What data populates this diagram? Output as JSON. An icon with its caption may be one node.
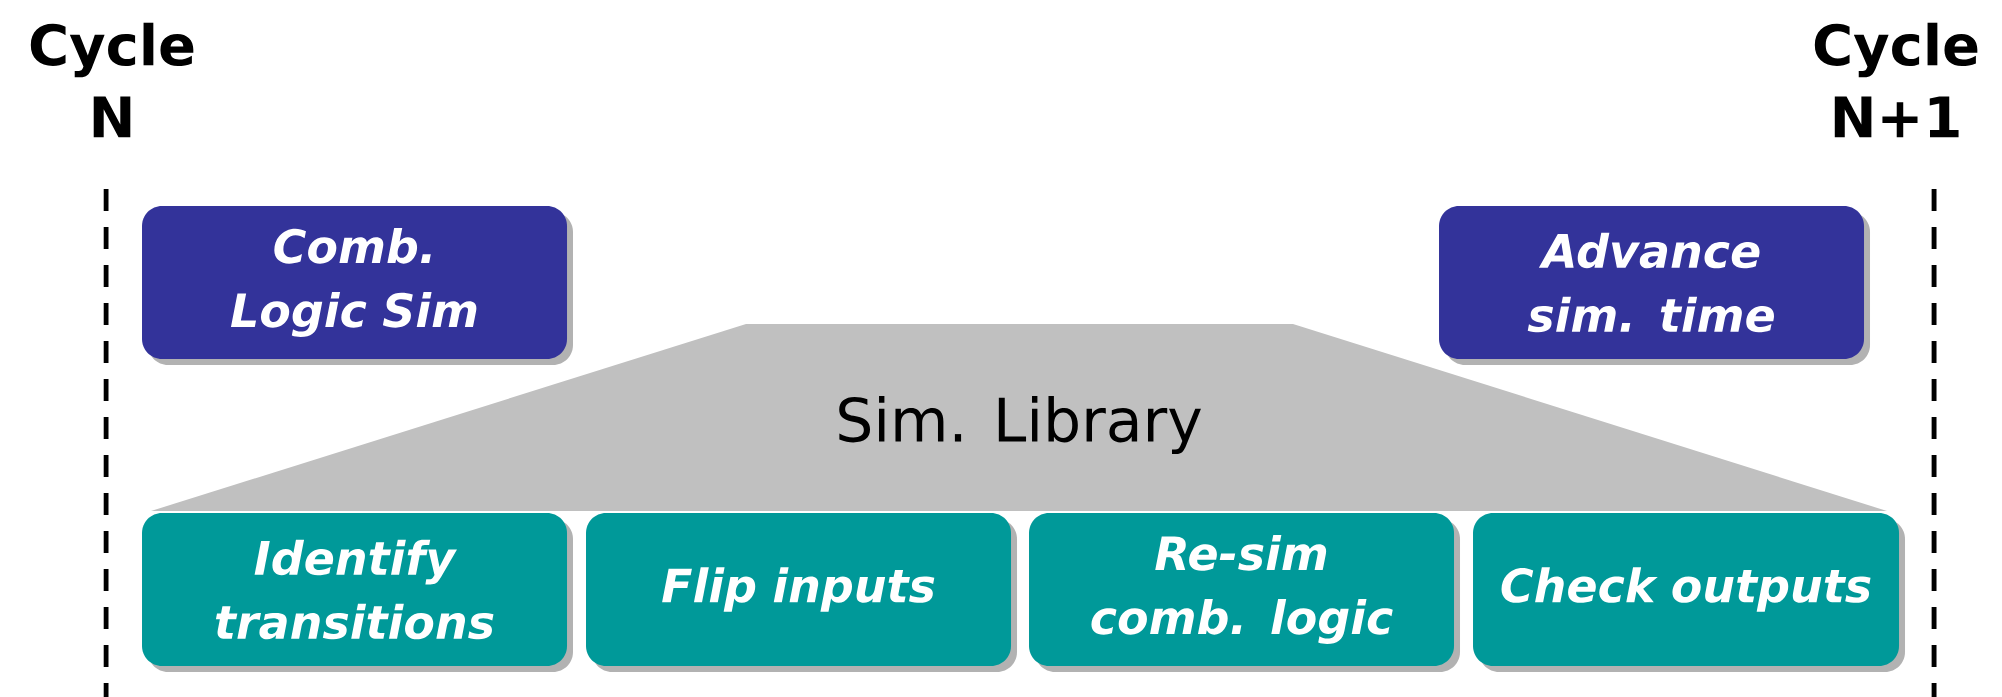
{
  "diagram": {
    "nodes": [
      {
        "text": [
          "Comb. Logic Sim"
        ]
      },
      {
        "text": [
          "Advance sim. time"
        ]
      },
      {
        "text": [
          "Sim. Library"
        ]
      },
      {
        "text": [
          "Identify transitions"
        ]
      },
      {
        "text": [
          "Flip inputs"
        ]
      },
      {
        "text": [
          "Re-sim comb. logic"
        ]
      },
      {
        "text": [
          "Check outputs"
        ]
      }
    ],
    "labels": [
      "Cycle N",
      "Cycle N+1"
    ]
  }
}
